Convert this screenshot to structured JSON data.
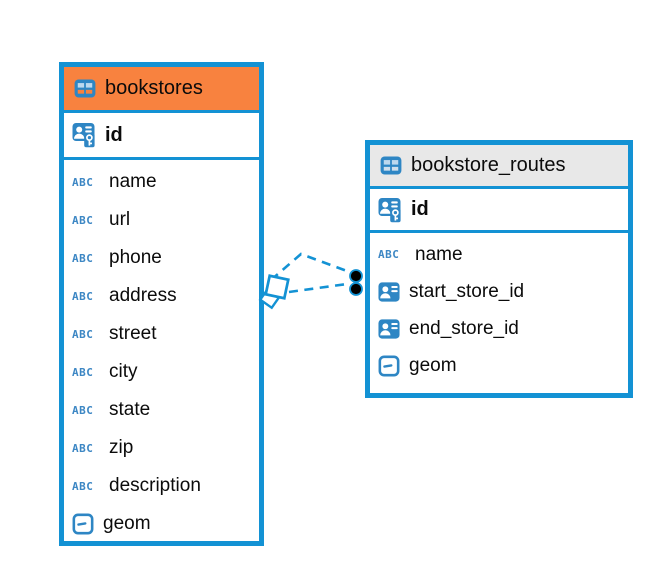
{
  "diagram": {
    "background": "#ffffff",
    "accent_blue": "#1392d4",
    "selected_header_orange": "#f8823f",
    "header_gray": "#e8e8e8"
  },
  "tables": [
    {
      "name": "bookstores",
      "header_color": "#f8823f",
      "header_icon": "table-icon",
      "primary_key": {
        "name": "id",
        "icon": "primary-key-icon"
      },
      "columns": [
        {
          "name": "name",
          "icon": "text-abc-icon"
        },
        {
          "name": "url",
          "icon": "text-abc-icon"
        },
        {
          "name": "phone",
          "icon": "text-abc-icon"
        },
        {
          "name": "address",
          "icon": "text-abc-icon"
        },
        {
          "name": "street",
          "icon": "text-abc-icon"
        },
        {
          "name": "city",
          "icon": "text-abc-icon"
        },
        {
          "name": "state",
          "icon": "text-abc-icon"
        },
        {
          "name": "zip",
          "icon": "text-abc-icon"
        },
        {
          "name": "description",
          "icon": "text-abc-icon"
        },
        {
          "name": "geom",
          "icon": "geometry-icon"
        }
      ]
    },
    {
      "name": "bookstore_routes",
      "header_color": "#e8e8e8",
      "header_icon": "table-icon",
      "primary_key": {
        "name": "id",
        "icon": "primary-key-icon"
      },
      "columns": [
        {
          "name": "name",
          "icon": "text-abc-icon"
        },
        {
          "name": "start_store_id",
          "icon": "foreign-key-icon"
        },
        {
          "name": "end_store_id",
          "icon": "foreign-key-icon"
        },
        {
          "name": "geom",
          "icon": "geometry-icon"
        }
      ]
    }
  ],
  "relations": [
    {
      "from": "bookstore_routes.start_store_id",
      "to": "bookstores.id",
      "style": "dashed"
    },
    {
      "from": "bookstore_routes.end_store_id",
      "to": "bookstores.id",
      "style": "dashed"
    }
  ],
  "type_icon_text": {
    "abc_label": "ABC"
  }
}
